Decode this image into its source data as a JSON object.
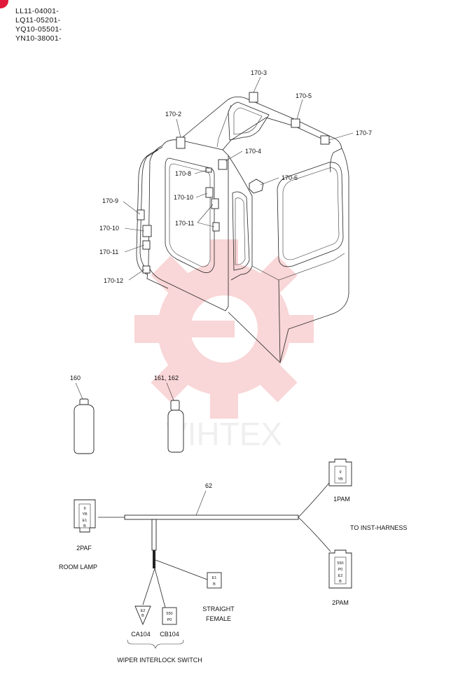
{
  "serials": [
    "LL11-04001-",
    "LQ11-05201-",
    "YQ10-05501-",
    "YN10-38001-"
  ],
  "callouts": {
    "c170_2": "170-2",
    "c170_3": "170-3",
    "c170_4": "170-4",
    "c170_5": "170-5",
    "c170_6": "170-6",
    "c170_7": "170-7",
    "c170_8": "170-8",
    "c170_9": "170-9",
    "c170_10a": "170-10",
    "c170_10b": "170-10",
    "c170_11a": "170-11",
    "c170_11b": "170-11",
    "c170_12": "170-12",
    "c160": "160",
    "c161_162": "161, 162",
    "c62": "62"
  },
  "connectors": {
    "pam1": {
      "label": "1PAM",
      "pins": [
        "9",
        "YB"
      ]
    },
    "pam2": {
      "label": "2PAM",
      "pins": [
        "550",
        "P0",
        "E2",
        "B"
      ]
    },
    "paf2": {
      "label": "2PAF",
      "pins": [
        "9",
        "YB",
        "E1",
        "B"
      ]
    },
    "straight": {
      "label_line1": "STRAIGHT",
      "label_line2": "FEMALE",
      "pins": [
        "E1",
        "B"
      ]
    },
    "ca104": {
      "label": "CA104",
      "pins": [
        "E2",
        "B"
      ]
    },
    "cb104": {
      "label": "CB104",
      "pins": [
        "550",
        "P0"
      ]
    }
  },
  "labels": {
    "to_inst_harness": "TO INST-HARNESS",
    "room_lamp": "ROOM LAMP",
    "wiper_interlock": "WIPER INTERLOCK SWITCH"
  },
  "watermark": {
    "text": "VIHTEX",
    "color": "#e8474f"
  }
}
